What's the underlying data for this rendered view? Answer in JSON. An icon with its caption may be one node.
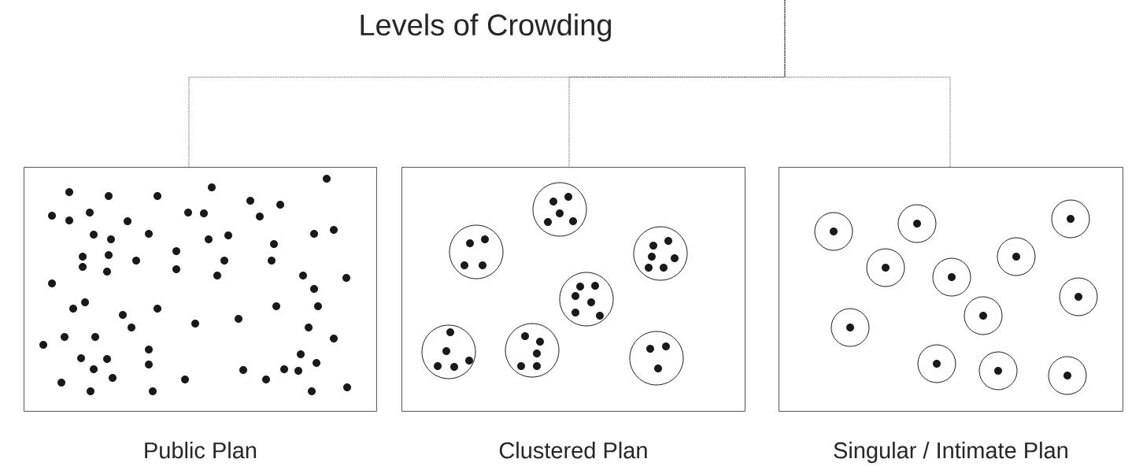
{
  "diagram": {
    "title": "Levels of Crowding",
    "nodes": [
      {
        "text": [],
        "shape": "box",
        "beside": [
          "Public Plan"
        ]
      },
      {
        "text": [],
        "shape": "box",
        "beside": [
          "Clustered Plan"
        ]
      },
      {
        "text": [],
        "shape": "box",
        "beside": [
          "Singular / Intimate Plan"
        ]
      }
    ],
    "edges": [
      {
        "from": null,
        "to": 0,
        "arrow": "none",
        "style": "dashed"
      },
      {
        "from": null,
        "to": 1,
        "arrow": "none",
        "style": "dashed"
      },
      {
        "from": null,
        "to": 2,
        "arrow": "none",
        "style": "dashed"
      }
    ]
  }
}
